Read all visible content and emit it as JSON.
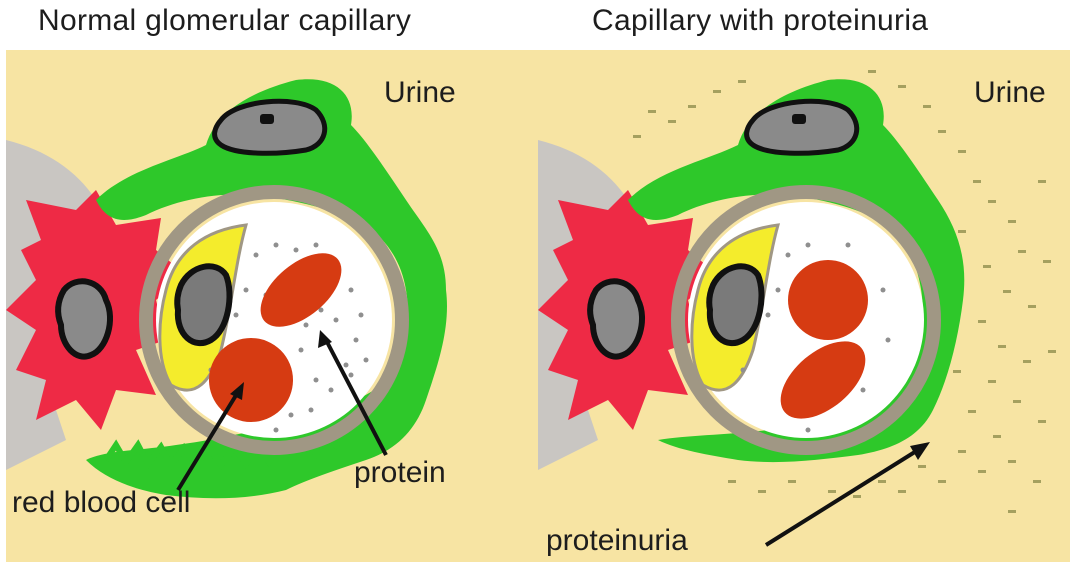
{
  "panels": {
    "left": {
      "title": "Normal glomerular capillary",
      "urine_label": "Urine",
      "protein_label": "protein",
      "rbc_label": "red blood cell"
    },
    "right": {
      "title": "Capillary with proteinuria",
      "urine_label": "Urine",
      "proteinuria_label": "proteinuria"
    }
  },
  "colors": {
    "background": "#f7e4a3",
    "podocyte": "#2ec82a",
    "mesangial_cell": "#ee2a45",
    "endothelial_cell": "#f4ec2c",
    "red_blood_cell": "#d63b12",
    "protein": "#9a8f6d",
    "basement_membrane": "#a09784",
    "nucleus": "#8a8a8a"
  }
}
